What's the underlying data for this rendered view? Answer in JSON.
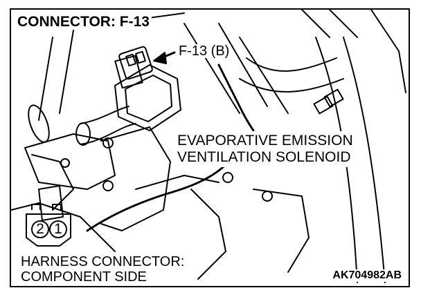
{
  "diagram": {
    "title": "CONNECTOR: F-13",
    "callout": "F-13 (B)",
    "part_name": [
      "EVAPORATIVE EMISSION",
      "VENTILATION SOLENOID"
    ],
    "harness_view": [
      "HARNESS CONNECTOR:",
      "COMPONENT SIDE"
    ],
    "connector_pins": [
      "2",
      "1"
    ],
    "figure_code": "AK704982AB",
    "colors": {
      "line": "#000000",
      "background": "#ffffff"
    }
  }
}
